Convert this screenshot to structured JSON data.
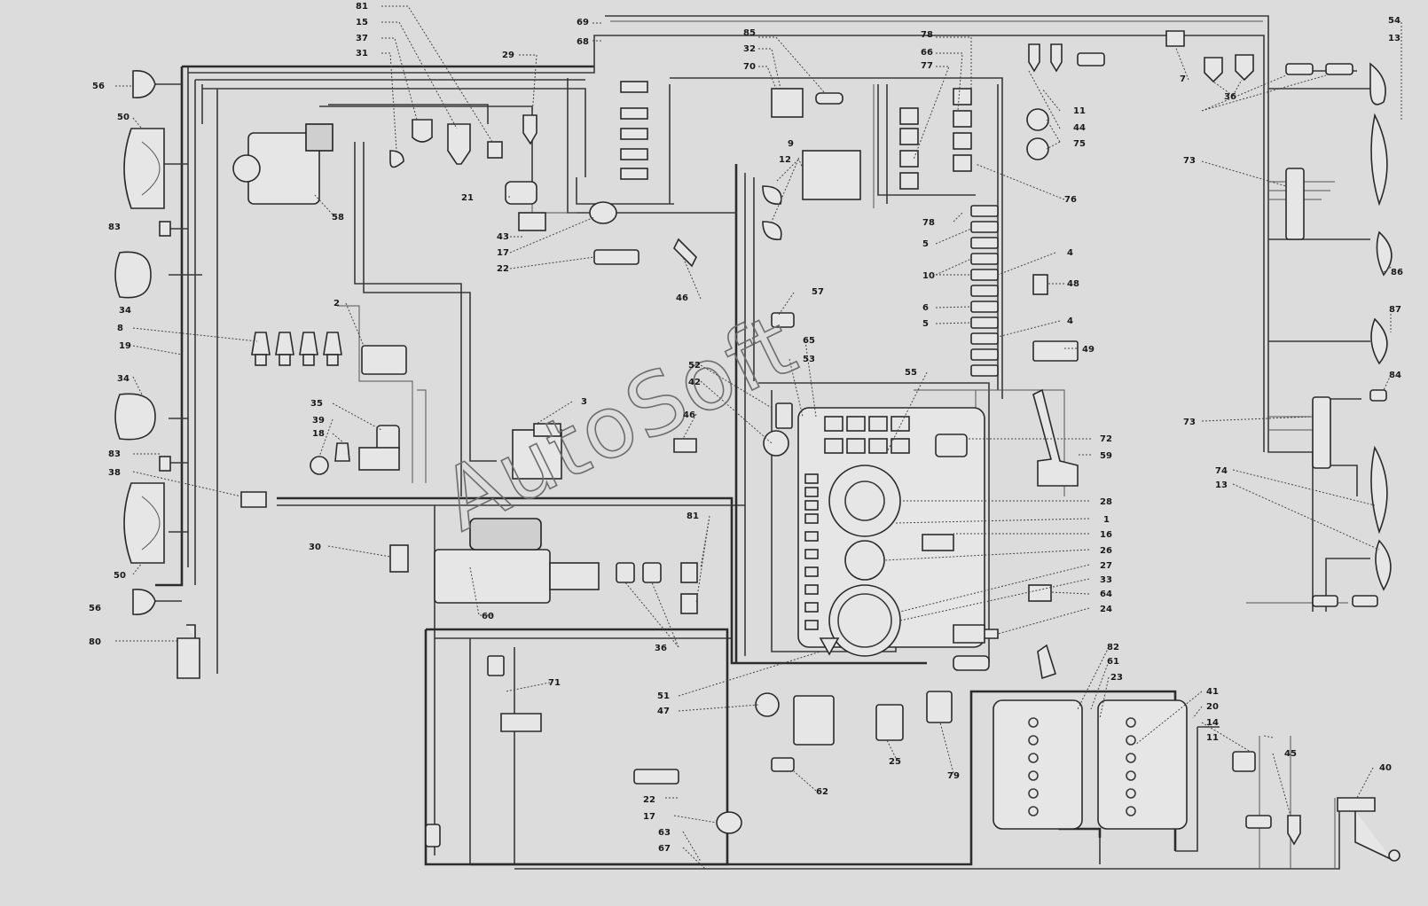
{
  "watermark": "AutoSoft",
  "labels": {
    "l81a": "81",
    "l15": "15",
    "l37": "37",
    "l31": "31",
    "l29": "29",
    "l69": "69",
    "l68": "68",
    "l85": "85",
    "l32": "32",
    "l70": "70",
    "l78a": "78",
    "l66": "66",
    "l77": "77",
    "l11a": "11",
    "l44": "44",
    "l7": "7",
    "l36a": "36",
    "l54": "54",
    "l13a": "13",
    "l56a": "56",
    "l50a": "50",
    "l58": "58",
    "l9": "9",
    "l12": "12",
    "l75": "75",
    "l76": "76",
    "l21": "21",
    "l43": "43",
    "l17a": "17",
    "l22a": "22",
    "l46a": "46",
    "l78b": "78",
    "l5a": "5",
    "l4a": "4",
    "l10": "10",
    "l48": "48",
    "l73a": "73",
    "l83a": "83",
    "l34a": "34",
    "l86": "86",
    "l2": "2",
    "l8": "8",
    "l19": "19",
    "l57": "57",
    "l65": "65",
    "l53": "53",
    "l6": "6",
    "l5b": "5",
    "l4b": "4",
    "l49": "49",
    "l87": "87",
    "l52": "52",
    "l42": "42",
    "l55": "55",
    "l84": "84",
    "l34b": "34",
    "l35": "35",
    "l39": "39",
    "l18": "18",
    "l3": "3",
    "l46b": "46",
    "l73b": "73",
    "l72": "72",
    "l59": "59",
    "l83b": "83",
    "l38": "38",
    "l74": "74",
    "l13b": "13",
    "l28": "28",
    "l1": "1",
    "l16": "16",
    "l81b": "81",
    "l30": "30",
    "l26": "26",
    "l27": "27",
    "l33": "33",
    "l64": "64",
    "l24": "24",
    "l50b": "50",
    "l60": "60",
    "l56b": "56",
    "l36b": "36",
    "l80": "80",
    "l82": "82",
    "l61": "61",
    "l23": "23",
    "l71": "71",
    "l51": "51",
    "l47": "47",
    "l41": "41",
    "l20": "20",
    "l14": "14",
    "l11b": "11",
    "l45": "45",
    "l25": "25",
    "l79": "79",
    "l62": "62",
    "l40": "40",
    "l22b": "22",
    "l17b": "17",
    "l63": "63",
    "l67": "67"
  }
}
